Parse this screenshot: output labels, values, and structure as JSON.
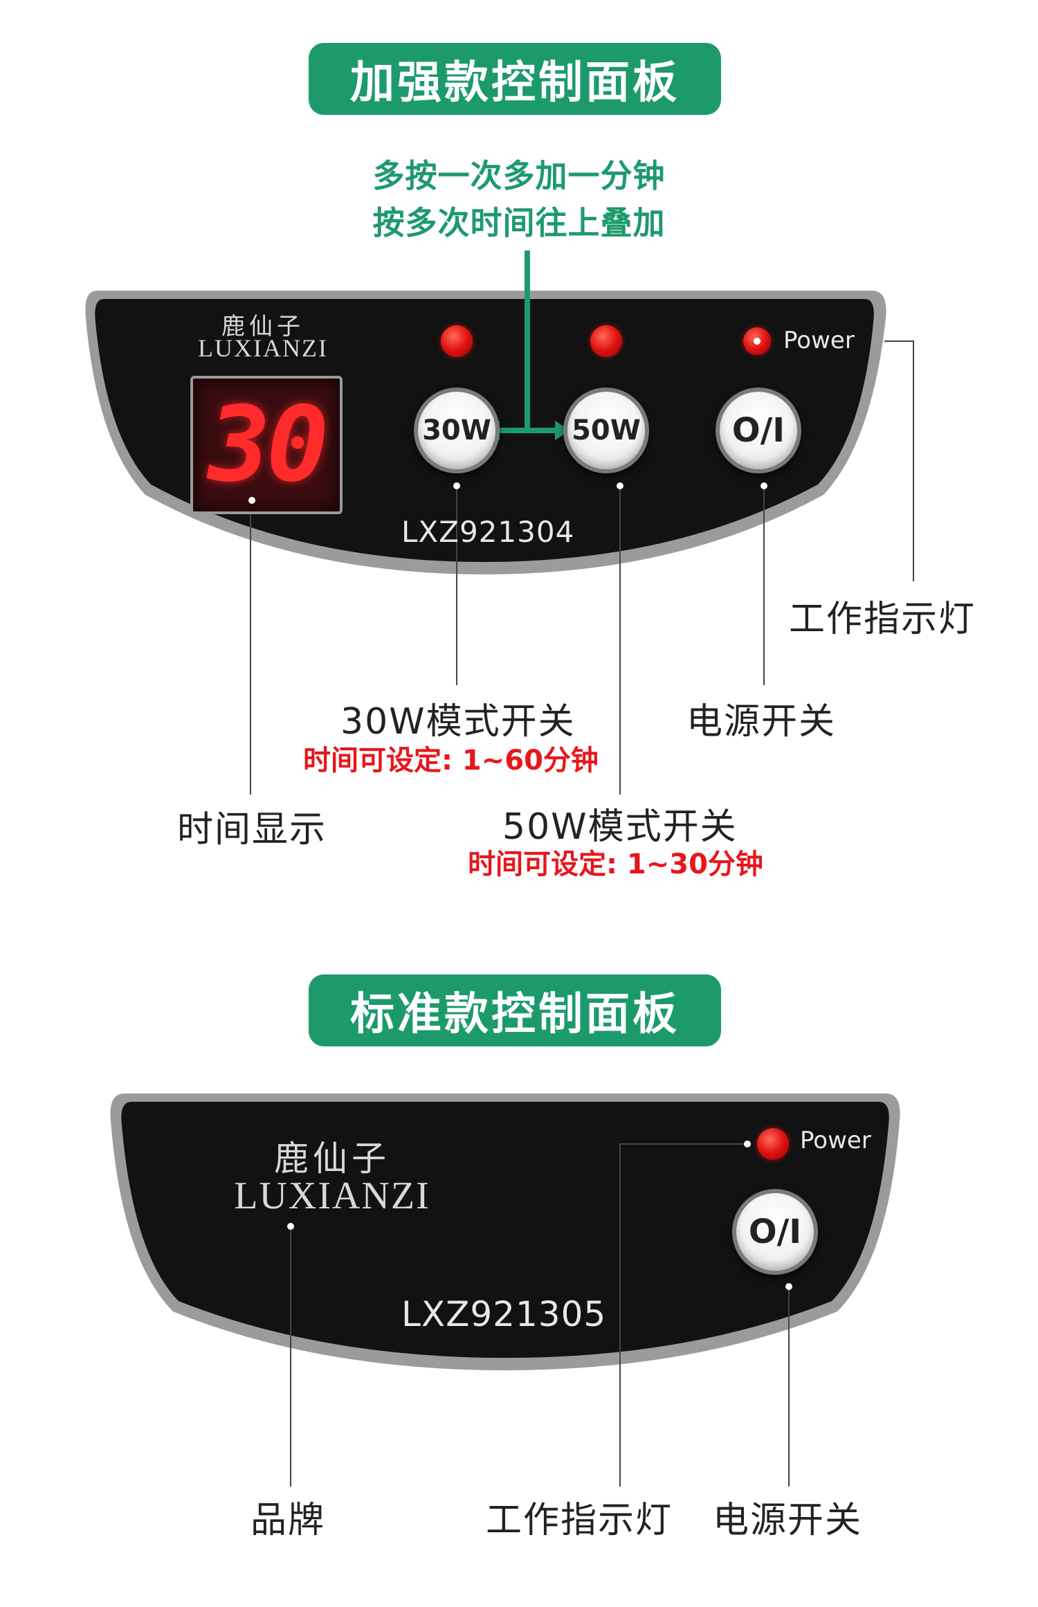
{
  "enhanced": {
    "title": "加强款控制面板",
    "note_line1": "多按一次多加一分钟",
    "note_line2": "按多次时间往上叠加",
    "brand_cn": "鹿仙子",
    "brand_en": "LUXIANZI",
    "display_value": "30",
    "button_30w": "30W",
    "button_50w": "50W",
    "button_power": "O/I",
    "power_led_label": "Power",
    "model": "LXZ921304",
    "label_indicator": "工作指示灯",
    "label_30w_mode": "30W模式开关",
    "label_30w_time": "时间可设定: 1~60分钟",
    "label_power_switch": "电源开关",
    "label_time_display": "时间显示",
    "label_50w_mode": "50W模式开关",
    "label_50w_time": "时间可设定: 1~30分钟"
  },
  "standard": {
    "title": "标准款控制面板",
    "brand_cn": "鹿仙子",
    "brand_en": "LUXIANZI",
    "power_led_label": "Power",
    "button_power": "O/I",
    "model": "LXZ921305",
    "label_brand": "品牌",
    "label_indicator": "工作指示灯",
    "label_power_switch": "电源开关"
  },
  "colors": {
    "accent_green": "#1d9a6c",
    "panel_black": "#121212",
    "led_red": "#e0120e",
    "note_red": "#e8161b"
  }
}
